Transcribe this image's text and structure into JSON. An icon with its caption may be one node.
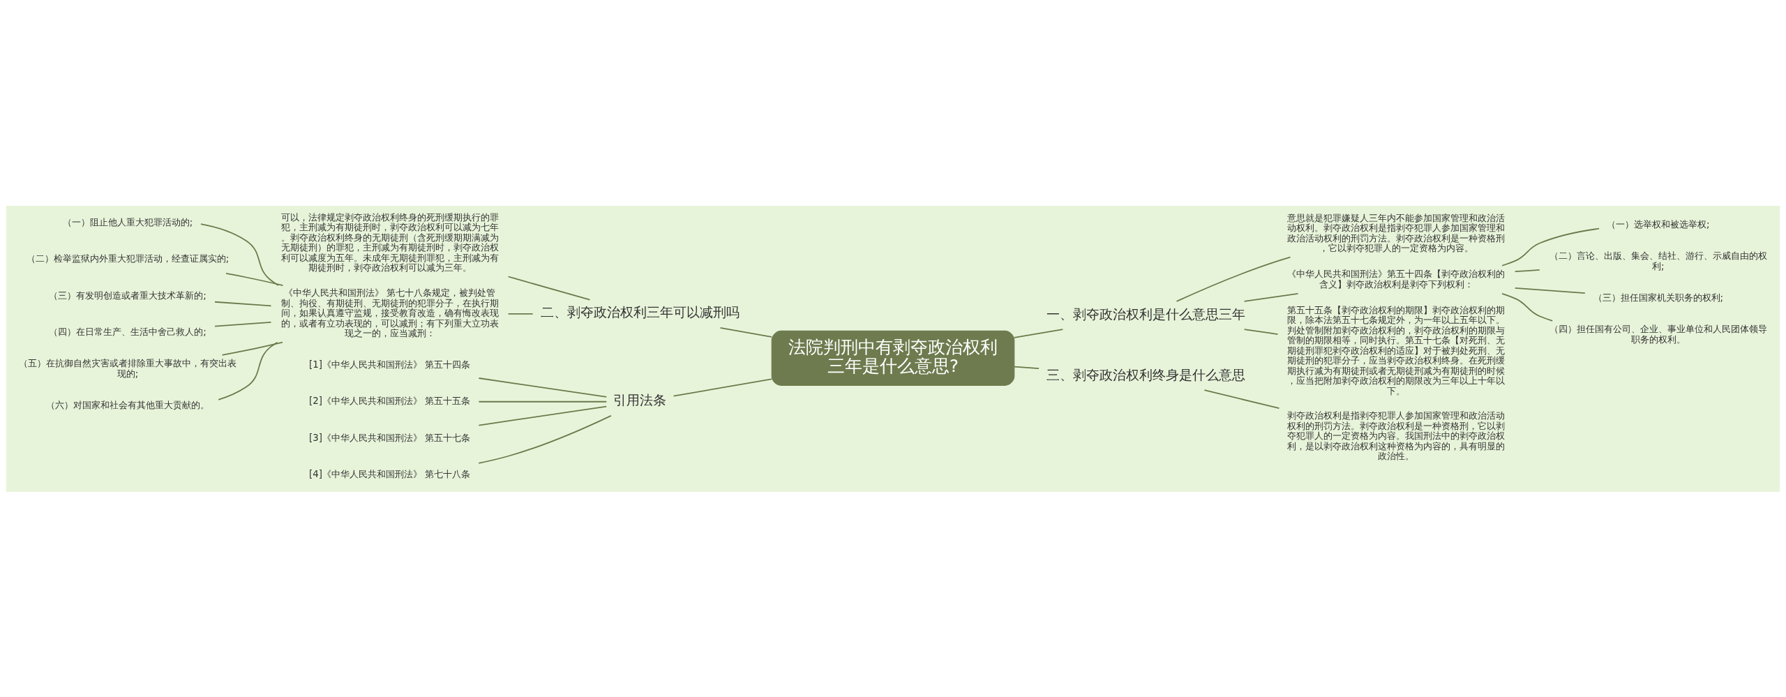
{
  "diagram": {
    "nodes": [
      {
        "text": [
          "法院判刑中有剥夺政治权利三年是什么意思?"
        ]
      },
      {
        "text": [
          "一、剥夺政治权利是什么意思三年"
        ]
      },
      {
        "text": [
          "意思就是犯罪嫌疑人三年内不能参加国家管理和政治活动权利。剥夺政治权利是指剥夺犯罪人参加国家管理和政治活动权利的刑罚方法。剥夺政治权利是一种资格刑，它以剥夺犯罪人的一定资格为内容。"
        ]
      },
      {
        "text": [
          "《中华人民共和国刑法》第五十四条【剥夺政治权利的含义】剥夺政治权利是剥夺下列权利："
        ]
      },
      {
        "text": [
          "（一）选举权和被选举权;"
        ]
      },
      {
        "text": [
          "（二）言论、出版、集会、结社、游行、示威自由的权利;"
        ]
      },
      {
        "text": [
          "（三）担任国家机关职务的权利;"
        ]
      },
      {
        "text": [
          "（四）担任国有公司、企业、事业单位和人民团体领导职务的权利。"
        ]
      },
      {
        "text": [
          "第五十五条【剥夺政治权利的期限】剥夺政治权利的期限，除本法第五十七条规定外，为一年以上五年以下。判处管制附加剥夺政治权利的，剥夺政治权利的期限与管制的期限相等，同时执行。第五十七条【对死刑、无期徒刑罪犯剥夺政治权利的适应】对于被判处死刑、无期徒刑的犯罪分子，应当剥夺政治权利终身。在死刑缓期执行减为有期徒刑或者无期徒刑减为有期徒刑的时候，应当把附加剥夺政治权利的期限改为三年以上十年以下。"
        ]
      },
      {
        "text": [
          "二、剥夺政治权利三年可以减刑吗"
        ]
      },
      {
        "text": [
          "可以，法律规定剥夺政治权利终身的死刑缓期执行的罪犯，主刑减为有期徒刑时，剥夺政治权利可以减为七年。剥夺政治权利终身的无期徒刑（含死刑缓期期满减为无期徒刑）的罪犯，主刑减为有期徒刑时，剥夺政治权利可以减度为五年。未成年无期徒刑罪犯，主刑减为有期徒刑时，剥夺政治权利可以减为三年。"
        ]
      },
      {
        "text": [
          "《中华人民共和国刑法》 第七十八条规定，被判处管制、拘役、有期徒刑、无期徒刑的犯罪分子，在执行期间，如果认真遵守监规，接受教育改造，确有悔改表现的，或者有立功表现的，可以减刑；有下列重大立功表现之一的，应当减刑："
        ]
      },
      {
        "text": [
          "（一）阻止他人重大犯罪活动的;"
        ]
      },
      {
        "text": [
          "（二）检举监狱内外重大犯罪活动，经查证属实的;"
        ]
      },
      {
        "text": [
          "（三）有发明创造或者重大技术革新的;"
        ]
      },
      {
        "text": [
          "（四）在日常生产、生活中舍己救人的;"
        ]
      },
      {
        "text": [
          "（五）在抗御自然灾害或者排除重大事故中，有突出表现的;"
        ]
      },
      {
        "text": [
          "（六）对国家和社会有其他重大贡献的。"
        ]
      },
      {
        "text": [
          "三、剥夺政治权利终身是什么意思"
        ]
      },
      {
        "text": [
          "剥夺政治权利是指剥夺犯罪人参加国家管理和政治活动权利的刑罚方法。剥夺政治权利是一种资格刑，它以剥夺犯罪人的一定资格为内容。我国刑法中的剥夺政治权利，是以剥夺政治权利这种资格为内容的，具有明显的政治性。"
        ]
      },
      {
        "text": [
          "引用法条"
        ]
      },
      {
        "text": [
          "[1]《中华人民共和国刑法》 第五十四条"
        ]
      },
      {
        "text": [
          "[2]《中华人民共和国刑法》 第五十五条"
        ]
      },
      {
        "text": [
          "[3]《中华人民共和国刑法》 第五十七条"
        ]
      },
      {
        "text": [
          "[4]《中华人民共和国刑法》 第七十八条"
        ]
      }
    ],
    "edges": [
      {
        "from": 0,
        "to": 1,
        "arrow": "none"
      },
      {
        "from": 1,
        "to": 2,
        "arrow": "none"
      },
      {
        "from": 1,
        "to": 3,
        "arrow": "none"
      },
      {
        "from": 3,
        "to": 4,
        "arrow": "none"
      },
      {
        "from": 3,
        "to": 5,
        "arrow": "none"
      },
      {
        "from": 3,
        "to": 6,
        "arrow": "none"
      },
      {
        "from": 3,
        "to": 7,
        "arrow": "none"
      },
      {
        "from": 1,
        "to": 8,
        "arrow": "none"
      },
      {
        "from": 0,
        "to": 9,
        "arrow": "none"
      },
      {
        "from": 9,
        "to": 10,
        "arrow": "none"
      },
      {
        "from": 9,
        "to": 11,
        "arrow": "none"
      },
      {
        "from": 11,
        "to": 12,
        "arrow": "none"
      },
      {
        "from": 11,
        "to": 13,
        "arrow": "none"
      },
      {
        "from": 11,
        "to": 14,
        "arrow": "none"
      },
      {
        "from": 11,
        "to": 15,
        "arrow": "none"
      },
      {
        "from": 11,
        "to": 16,
        "arrow": "none"
      },
      {
        "from": 11,
        "to": 17,
        "arrow": "none"
      },
      {
        "from": 0,
        "to": 18,
        "arrow": "none"
      },
      {
        "from": 18,
        "to": 19,
        "arrow": "none"
      },
      {
        "from": 0,
        "to": 20,
        "arrow": "none"
      },
      {
        "from": 20,
        "to": 21,
        "arrow": "none"
      },
      {
        "from": 20,
        "to": 22,
        "arrow": "none"
      },
      {
        "from": 20,
        "to": 23,
        "arrow": "none"
      },
      {
        "from": 20,
        "to": 24,
        "arrow": "none"
      }
    ]
  }
}
